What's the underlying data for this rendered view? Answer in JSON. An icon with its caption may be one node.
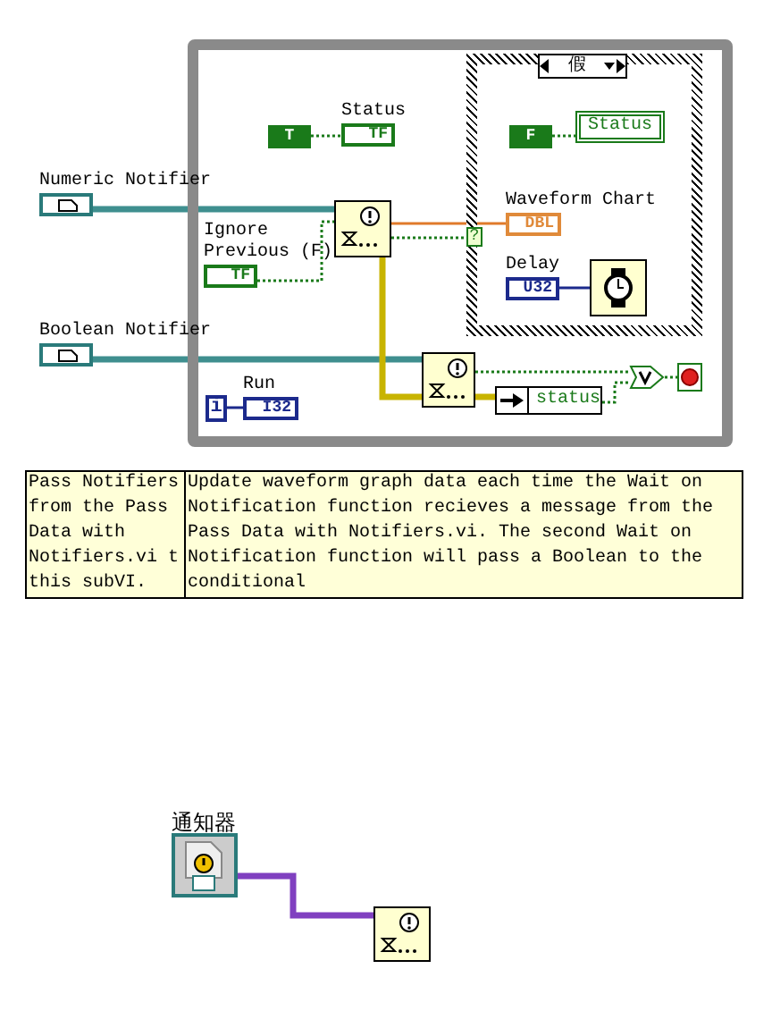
{
  "diagram": {
    "nodes": [
      {
        "text": [],
        "shape": "box"
      },
      {
        "text": [
          "Numeric Notifier"
        ]
      },
      {
        "text": [
          "T"
        ],
        "in": 0
      },
      {
        "text": [
          "Status",
          "TF"
        ],
        "in": 0
      },
      {
        "text": [
          "Ignore Previous (F)",
          "TF"
        ],
        "in": 0
      },
      {
        "text": [],
        "shape": "box",
        "in": 0
      },
      {
        "text": [
          "假"
        ],
        "in": 0
      },
      {
        "text": [
          "F"
        ],
        "in": 6
      },
      {
        "text": [
          "Status"
        ],
        "in": 6
      },
      {
        "text": [
          "Waveform Chart",
          "DBL"
        ],
        "in": 6
      },
      {
        "text": [
          "?"
        ],
        "in": 6
      },
      {
        "text": [
          "Delay",
          "U32"
        ],
        "in": 6
      },
      {
        "text": [],
        "shape": "box",
        "in": 6
      },
      {
        "text": [
          "Boolean Notifier"
        ]
      },
      {
        "text": [],
        "shape": "box",
        "in": 0
      },
      {
        "text": [
          "status"
        ],
        "in": 0
      },
      {
        "text": [],
        "shape": "box",
        "in": 0
      },
      {
        "text": [],
        "shape": "box",
        "in": 0
      },
      {
        "text": [
          "i"
        ],
        "in": 0
      },
      {
        "text": [
          "Run",
          "I32"
        ],
        "in": 0
      },
      {
        "text": [
          "通知器"
        ]
      },
      {
        "text": [],
        "shape": "box"
      }
    ],
    "edges": [
      {
        "from": 1,
        "to": 5,
        "arrow": "none",
        "style": "thick",
        "color": "#3f8f8f"
      },
      {
        "from": 13,
        "to": 14,
        "arrow": "none",
        "style": "thick",
        "color": "#3f8f8f"
      },
      {
        "from": 2,
        "to": 3,
        "arrow": "none",
        "style": "dashed"
      },
      {
        "from": 4,
        "to": 5,
        "arrow": "none",
        "style": "dashed"
      },
      {
        "from": 5,
        "to": 9,
        "arrow": "none",
        "color": "#e07a2a"
      },
      {
        "from": 5,
        "to": 10,
        "arrow": "none",
        "style": "dashed"
      },
      {
        "from": 5,
        "to": 14,
        "arrow": "none",
        "style": "thick",
        "color": "#c8b400"
      },
      {
        "from": 7,
        "to": 8,
        "arrow": "none",
        "style": "dashed"
      },
      {
        "from": 11,
        "to": 12,
        "arrow": "none",
        "color": "#1c2a8c"
      },
      {
        "from": 14,
        "to": 15,
        "arrow": "none",
        "style": "thick",
        "color": "#c8b400"
      },
      {
        "from": 14,
        "to": 16,
        "arrow": "none",
        "style": "dashed"
      },
      {
        "from": 15,
        "to": 16,
        "arrow": "none",
        "style": "dashed"
      },
      {
        "from": 16,
        "to": 17,
        "arrow": "none",
        "style": "dashed"
      },
      {
        "from": 18,
        "to": 19,
        "arrow": "none",
        "color": "#1c2a8c"
      },
      {
        "from": 20,
        "to": 21,
        "arrow": "none",
        "style": "thick",
        "color": "#8040c0"
      }
    ],
    "labels": [
      "Pass Notifiers from the Pass Data with Notifiers.vi t this subVI.",
      "Update waveform graph data each time the Wait on Notification function recieves a message from the Pass Data with Notifiers.vi. The second Wait on Notification function will pass a Boolean to the conditional"
    ]
  }
}
